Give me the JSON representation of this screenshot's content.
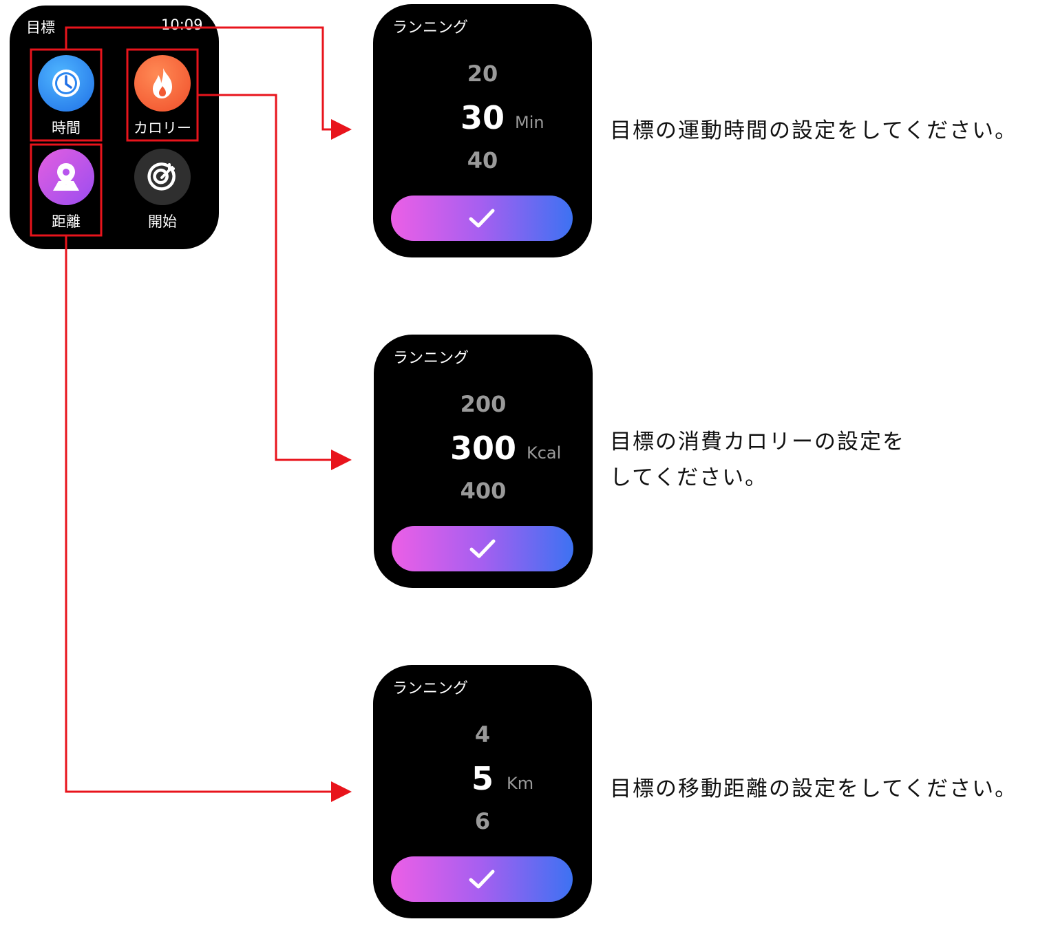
{
  "main_watch": {
    "title": "目標",
    "time": "10:09",
    "tiles": [
      {
        "label": "時間",
        "icon": "clock-icon"
      },
      {
        "label": "カロリー",
        "icon": "flame-icon"
      },
      {
        "label": "距離",
        "icon": "location-pin-icon"
      },
      {
        "label": "開始",
        "icon": "target-icon"
      }
    ]
  },
  "pickers": [
    {
      "title": "ランニング",
      "prev": "20",
      "current": "30",
      "next": "40",
      "unit": "Min",
      "confirm_icon": "check-icon"
    },
    {
      "title": "ランニング",
      "prev": "200",
      "current": "300",
      "next": "400",
      "unit": "Kcal",
      "confirm_icon": "check-icon"
    },
    {
      "title": "ランニング",
      "prev": "4",
      "current": "5",
      "next": "6",
      "unit": "Km",
      "confirm_icon": "check-icon"
    }
  ],
  "descriptions": {
    "time": "目標の運動時間の設定をしてください。",
    "calorie_line1": "目標の消費カロリーの設定を",
    "calorie_line2": "してください。",
    "distance": "目標の移動距離の設定をしてください。"
  },
  "colors": {
    "highlight": "#e8141c",
    "gradient_start": "#ec5fe6",
    "gradient_end": "#3d72f2"
  }
}
